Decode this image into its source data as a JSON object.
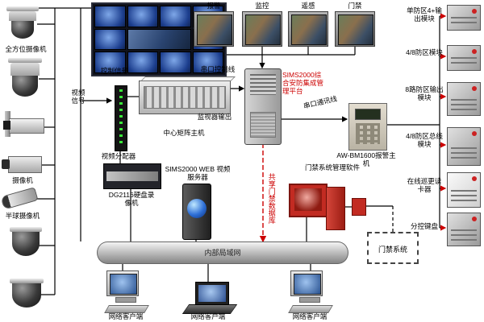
{
  "colors": {
    "accent_red": "#cc0000",
    "line_black": "#000000"
  },
  "top_monitors": [
    {
      "label": "报警"
    },
    {
      "label": "监控"
    },
    {
      "label": "遥感"
    },
    {
      "label": "门禁"
    }
  ],
  "cameras": {
    "cam1_label": "全方位摄像机",
    "cam4_label": "摄像机",
    "cam5_label": "半球摄像机"
  },
  "labels": {
    "control_signal": "控制信号",
    "video_signal": "视频信号",
    "video_distributor": "视频分配器",
    "matrix_host": "中心矩阵主机",
    "monitor_output": "监视器输出",
    "serial_control_line": "串口控制线",
    "sims_platform": "SIMS2000综合安防集成管理平台",
    "serial_comm_line": "串口通讯线",
    "alarm_host": "AW-BM1600报警主机",
    "web_video_server": "SIMS2000 WEB 视频服务器",
    "dvr": "DG2116硬盘录像机",
    "shared_access_db": "共享门禁数据库",
    "access_mgmt_software": "门禁系统管理软件",
    "access_system": "门禁系统",
    "lan": "内部局域网"
  },
  "right_modules": [
    {
      "label": "单防区4+输出模块"
    },
    {
      "label": "4/8防区模块"
    },
    {
      "label": "8路防区输出模块"
    },
    {
      "label": "4/8防区总线模块"
    },
    {
      "label": "在线巡更读卡器"
    },
    {
      "label": "分控键盘"
    }
  ],
  "clients": [
    {
      "label": "网络客户端"
    },
    {
      "label": "网络客户端"
    },
    {
      "label": "网络客户端"
    }
  ]
}
